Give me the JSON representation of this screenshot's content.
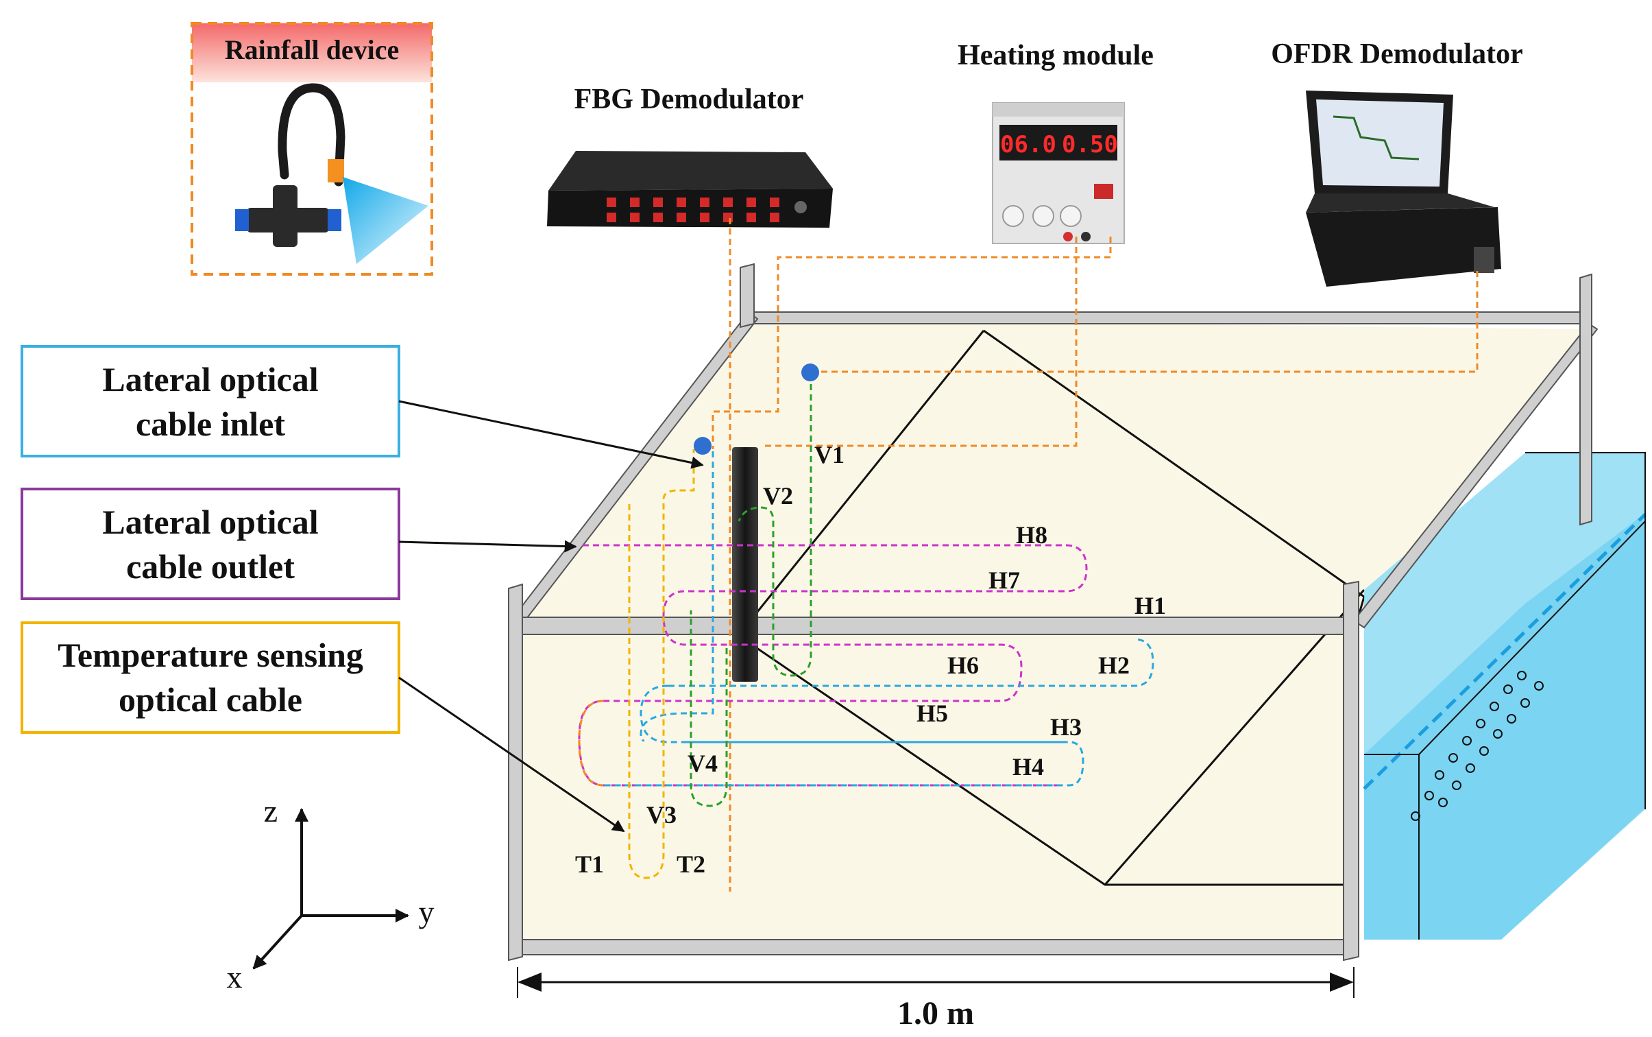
{
  "devices": {
    "rainfall": "Rainfall device",
    "fbg": "FBG Demodulator",
    "heating": "Heating module",
    "ofdr": "OFDR Demodulator",
    "power_display_left": "06.0",
    "power_display_right": "0.50"
  },
  "callouts": {
    "inlet_line1": "Lateral optical",
    "inlet_line2": "cable inlet",
    "outlet_line1": "Lateral optical",
    "outlet_line2": "cable outlet",
    "temp_line1": "Temperature sensing",
    "temp_line2": "optical cable"
  },
  "cables": {
    "H1": "H1",
    "H2": "H2",
    "H3": "H3",
    "H4": "H4",
    "H5": "H5",
    "H6": "H6",
    "H7": "H7",
    "H8": "H8",
    "V1": "V1",
    "V2": "V2",
    "V3": "V3",
    "V4": "V4",
    "T1": "T1",
    "T2": "T2"
  },
  "axes": {
    "z": "z",
    "y": "y",
    "x": "x"
  },
  "dimension": "1.0 m",
  "colors": {
    "soil": "#fbf7e6",
    "frame": "#c9c9c9",
    "fiber_link": "#f08a24",
    "inlet_blue": "#29a8e0",
    "outlet_purple": "#cc33cc",
    "temperature_yellow": "#f0b400",
    "vertical_green": "#2aa02a",
    "water": "#8fdcf5",
    "callout_blue": "#3ab0e0",
    "callout_purple": "#8a3a9a",
    "callout_yellow": "#f0b400",
    "rainfall_border": "#f08a24"
  }
}
